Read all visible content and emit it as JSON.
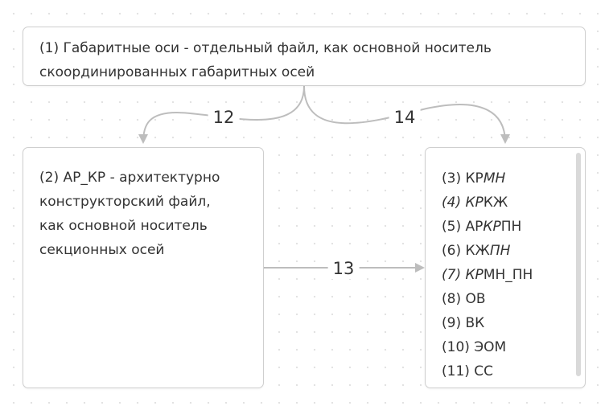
{
  "nodes": {
    "file1": {
      "line1": "(1) Габаритные оси - отдельный файл, как основной носитель",
      "line2": "скоординированных габаритных осей"
    },
    "file2": {
      "line1": "(2) АР_КР - архитектурно",
      "line2": "конструкторский файл,",
      "line3": "как основной носитель",
      "line4": "секционных осей"
    },
    "file_list": [
      {
        "parts": [
          {
            "text": "(3) КР",
            "italic": false
          },
          {
            "text": "МН",
            "italic": true
          }
        ]
      },
      {
        "parts": [
          {
            "text": "(4) КР",
            "italic": true
          },
          {
            "text": "КЖ",
            "italic": false
          }
        ]
      },
      {
        "parts": [
          {
            "text": "(5) АР",
            "italic": false
          },
          {
            "text": "КР",
            "italic": true
          },
          {
            "text": "ПН",
            "italic": false
          }
        ]
      },
      {
        "parts": [
          {
            "text": "(6) КЖ",
            "italic": false
          },
          {
            "text": "ПН",
            "italic": true
          }
        ]
      },
      {
        "parts": [
          {
            "text": "(7) КР",
            "italic": true
          },
          {
            "text": "МН_ПН",
            "italic": false
          }
        ]
      },
      {
        "parts": [
          {
            "text": "(8) ОВ",
            "italic": false
          }
        ]
      },
      {
        "parts": [
          {
            "text": "(9) ВК",
            "italic": false
          }
        ]
      },
      {
        "parts": [
          {
            "text": "(10) ЭОМ",
            "italic": false
          }
        ]
      },
      {
        "parts": [
          {
            "text": "(11) СС",
            "italic": false
          }
        ]
      }
    ]
  },
  "edges": {
    "e12": "12",
    "e13": "13",
    "e14": "14"
  },
  "colors": {
    "connector": "#bdbdbd",
    "border": "#cfcfcf",
    "text": "#333333"
  }
}
